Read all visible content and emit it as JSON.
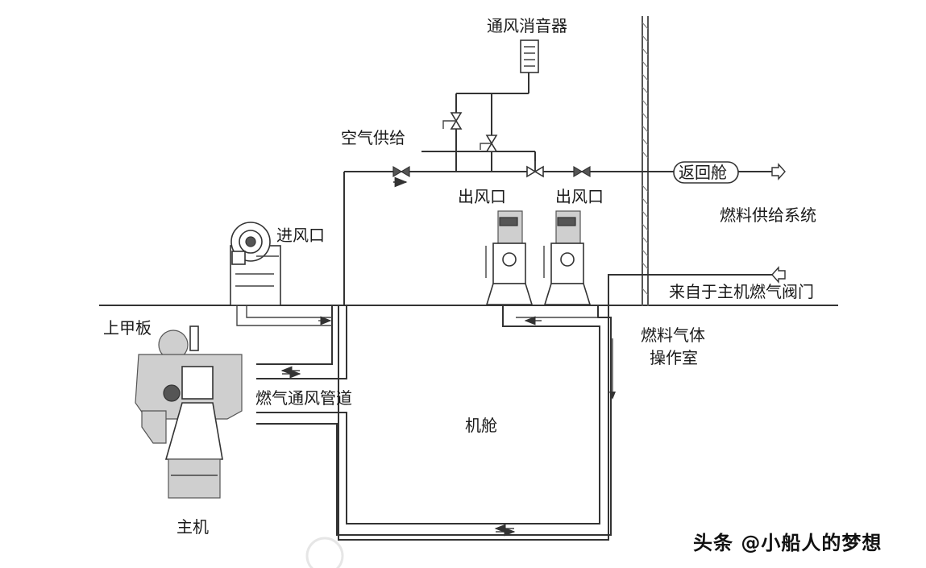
{
  "labels": {
    "silencer": "通风消音器",
    "air_supply": "空气供给",
    "outlet_1": "出风口",
    "outlet_2": "出风口",
    "return_tank": "返回舱",
    "fuel_supply_system": "燃料供给系统",
    "inlet": "进风口",
    "from_main_engine_valve": "来自于主机燃气阀门",
    "upper_deck": "上甲板",
    "fuel_gas_room_line1": "燃料气体",
    "fuel_gas_room_line2": "操作室",
    "gas_vent_duct": "燃气通风管道",
    "engine_room": "机舱",
    "main_engine": "主机"
  },
  "watermark": "头条 @小船人的梦想"
}
